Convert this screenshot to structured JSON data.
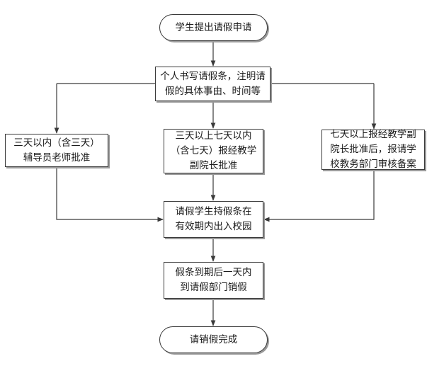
{
  "flow": {
    "start": {
      "lines": [
        "学生提出请假申请"
      ]
    },
    "write": {
      "lines": [
        "个人书写请假条，注明请",
        "假的具体事由、时间等"
      ]
    },
    "left": {
      "lines": [
        "三天以内（含三天）",
        "辅导员老师批准"
      ]
    },
    "middle": {
      "lines": [
        "三天以上七天以内",
        "（含七天）报经教学",
        "副院长批准"
      ]
    },
    "right": {
      "lines": [
        "七天以上报经教学副",
        "院长批准后，报请学",
        "校教务部门审核备案"
      ]
    },
    "leave": {
      "lines": [
        "请假学生持假条在",
        "有效期内出入校园"
      ]
    },
    "return": {
      "lines": [
        "假条到期后一天内",
        "到请假部门销假"
      ]
    },
    "end": {
      "lines": [
        "请销假完成"
      ]
    }
  }
}
